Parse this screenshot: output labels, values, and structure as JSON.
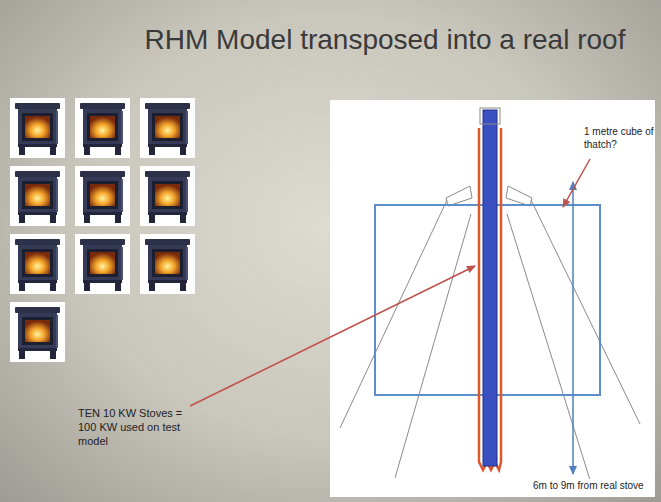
{
  "diagram": {
    "title": "RHM Model transposed into a real roof",
    "labels": [
      "1 metre cube of thatch?",
      "TEN 10 KW Stoves = 100 KW used on test model",
      "6m to 9m from real stove"
    ]
  }
}
